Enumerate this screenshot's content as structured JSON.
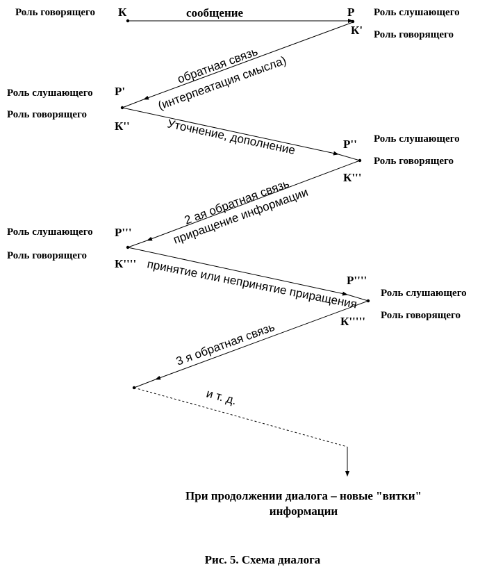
{
  "roles": {
    "speaker_1": "Роль говорящего",
    "listener_1": "Роль слушающего",
    "speaker_2": "Роль говорящего",
    "listener_2": "Роль слушающего",
    "speaker_3": "Роль говорящего",
    "listener_3": "Роль слушающего",
    "speaker_4": "Роль говорящего",
    "listener_4": "Роль слушающего",
    "speaker_5": "Роль говорящего",
    "listener_5": "Роль слушающего",
    "speaker_6": "Роль говорящего"
  },
  "nodes": {
    "k": "К",
    "p": "Р",
    "k1": "К'",
    "p1": "Р'",
    "k2": "К''",
    "p2": "Р''",
    "k3": "К'''",
    "p3": "Р'''",
    "k4": "К''''",
    "p4": "Р''''",
    "k5": "К'''''"
  },
  "messages": {
    "m1": "сообщение",
    "m2a": "обратная связь",
    "m2b": "(интерпеатация смысла)",
    "m3": "Уточнение, дополнение",
    "m4a": "2 ая обратная связь",
    "m4b": "приращение информации",
    "m5": "принятие или непринятие приращения",
    "m6": "3 я обратная связь",
    "m7": "и   т.  д."
  },
  "conclusion": {
    "line1": "При продолжении диалога – новые \"витки\"",
    "line2": "информации"
  },
  "caption": "Рис. 5. Схема диалога"
}
